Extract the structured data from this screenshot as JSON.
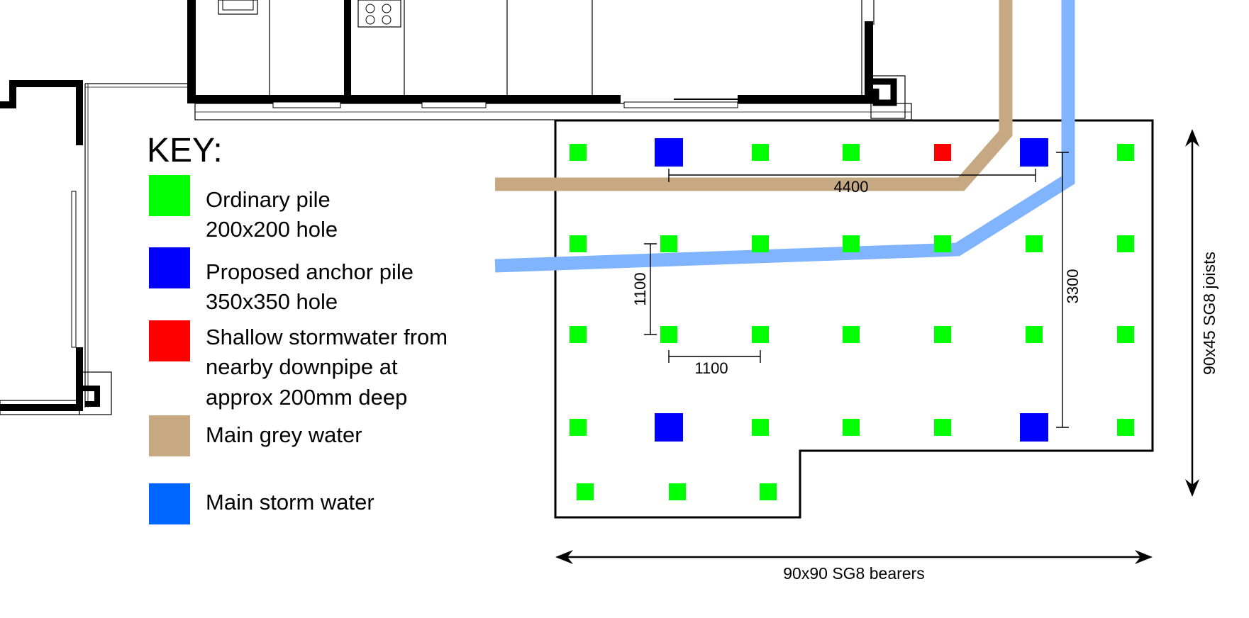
{
  "key": {
    "title": "KEY:",
    "items": [
      {
        "lines": [
          "Ordinary pile",
          "200x200 hole"
        ],
        "color": "#00ff00"
      },
      {
        "lines": [
          "Proposed anchor pile",
          "350x350 hole"
        ],
        "color": "#0000ff"
      },
      {
        "lines": [
          "Shallow stormwater from",
          "nearby downpipe at",
          "approx 200mm deep"
        ],
        "color": "#ff0000"
      },
      {
        "lines": [
          "Main grey water"
        ],
        "color": "#c6a882"
      },
      {
        "lines": [
          "Main storm water"
        ],
        "color": "#0066ff"
      }
    ]
  },
  "dimensions": {
    "span_4400": "4400",
    "span_1100_vertical": "1100",
    "span_1100_horizontal": "1100",
    "span_3300": "3300"
  },
  "labels": {
    "bearers": "90x90 SG8 bearers",
    "joists": "90x45 SG8 joists"
  },
  "colors": {
    "ordinary_pile": "#00ff00",
    "anchor_pile": "#0000ff",
    "stormwater_pile": "#ff0000",
    "grey_water_pipe": "#c6a882",
    "storm_water_pipe": "#80b4ff",
    "storm_water_key": "#0066ff"
  }
}
